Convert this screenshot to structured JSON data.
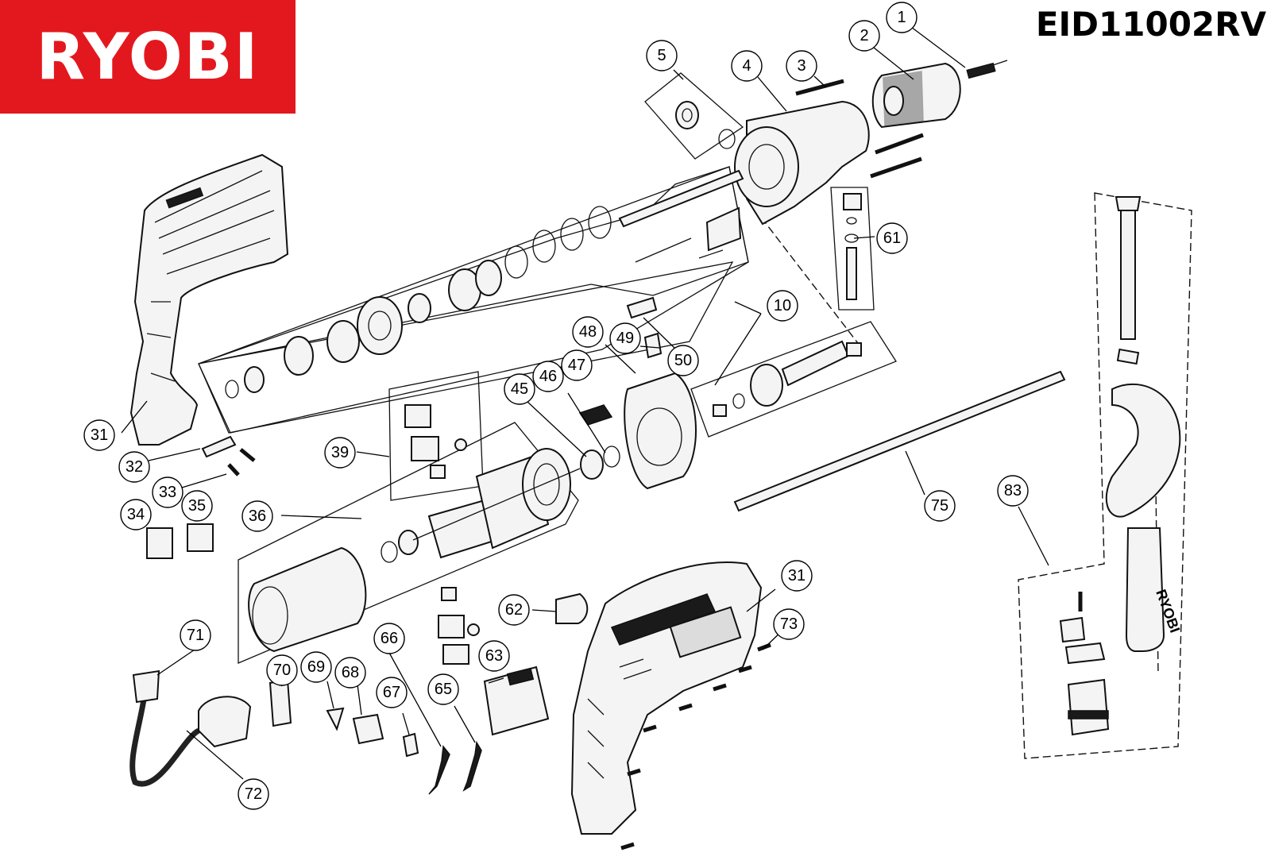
{
  "brand": {
    "logo_text": "RYOBI",
    "logo_color": "#e3181e"
  },
  "model": "EID11002RV",
  "callouts": [
    "1",
    "2",
    "3",
    "4",
    "5",
    "10",
    "31",
    "31",
    "32",
    "33",
    "34",
    "35",
    "36",
    "39",
    "45",
    "46",
    "47",
    "48",
    "49",
    "50",
    "61",
    "62",
    "63",
    "65",
    "66",
    "67",
    "68",
    "69",
    "70",
    "71",
    "72",
    "73",
    "75",
    "83"
  ],
  "handle_logo_text": "RYOBI"
}
